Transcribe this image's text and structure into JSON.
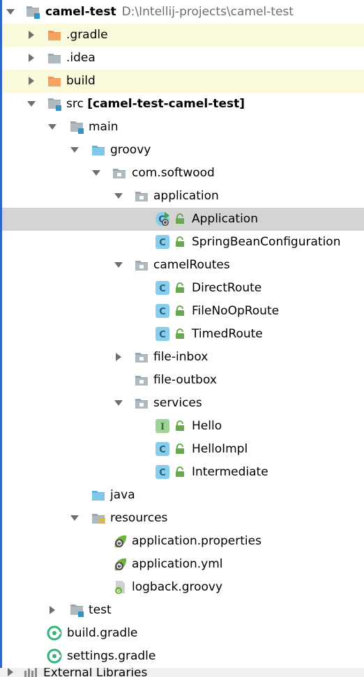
{
  "tree": {
    "project_name": "camel-test",
    "project_path": "D:\\Intellij-projects\\camel-test",
    "nodes": [
      {
        "label": ".gradle"
      },
      {
        "label": ".idea"
      },
      {
        "label": "build"
      },
      {
        "label": "src",
        "module": "[camel-test-camel-test]"
      },
      {
        "label": "main"
      },
      {
        "label": "groovy"
      },
      {
        "label": "com.softwood"
      },
      {
        "label": "application"
      },
      {
        "label": "Application"
      },
      {
        "label": "SpringBeanConfiguration"
      },
      {
        "label": "camelRoutes"
      },
      {
        "label": "DirectRoute"
      },
      {
        "label": "FileNoOpRoute"
      },
      {
        "label": "TimedRoute"
      },
      {
        "label": "file-inbox"
      },
      {
        "label": "file-outbox"
      },
      {
        "label": "services"
      },
      {
        "label": "Hello"
      },
      {
        "label": "HelloImpl"
      },
      {
        "label": "Intermediate"
      },
      {
        "label": "java"
      },
      {
        "label": "resources"
      },
      {
        "label": "application.properties"
      },
      {
        "label": "application.yml"
      },
      {
        "label": "logback.groovy"
      },
      {
        "label": "test"
      },
      {
        "label": "build.gradle"
      },
      {
        "label": "settings.gradle"
      },
      {
        "label": "External Libraries"
      }
    ]
  },
  "icons": {
    "class_glyph": "C",
    "interface_glyph": "I",
    "groovy_glyph": "G"
  },
  "colors": {
    "selection": "#d4d4d4",
    "excluded_highlight": "#fbf9dc",
    "excluded_folder": "#f4a460",
    "source_folder": "#7fc8e8",
    "class_icon": "#87cdec",
    "interface_icon": "#9fd39a",
    "gradle_green": "#2fb576",
    "module_path": "#6e6e6e"
  }
}
